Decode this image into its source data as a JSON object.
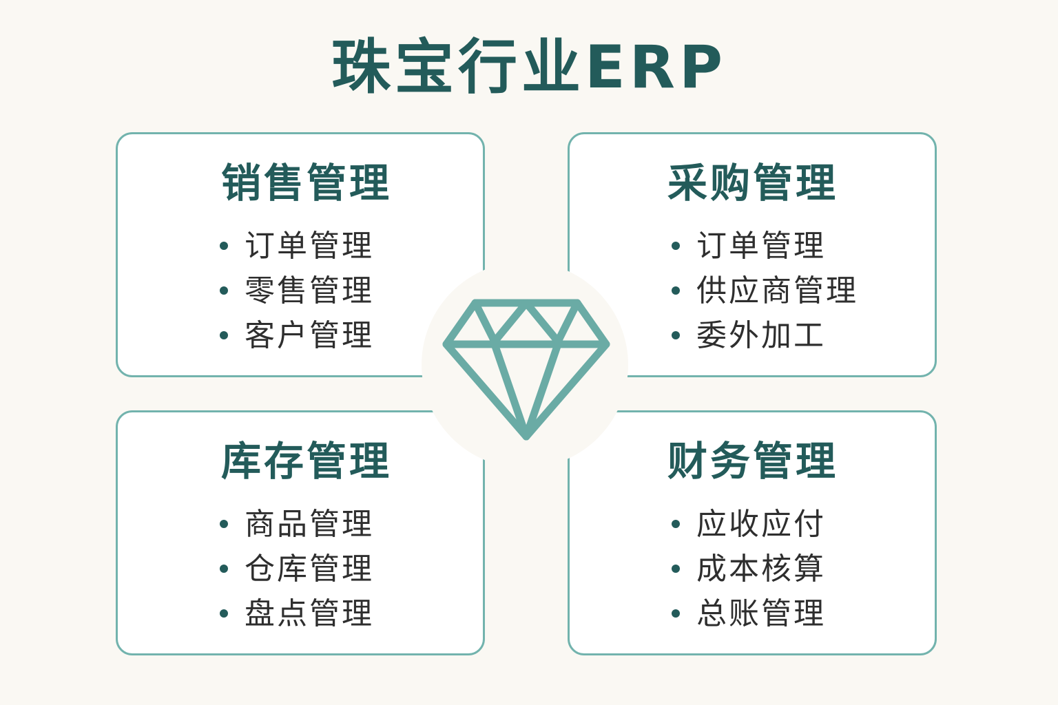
{
  "title": "珠宝行业ERP",
  "modules": {
    "sales": {
      "title": "销售管理",
      "items": [
        "订单管理",
        "零售管理",
        "客户管理"
      ]
    },
    "purchase": {
      "title": "采购管理",
      "items": [
        "订单管理",
        "供应商管理",
        "委外加工"
      ]
    },
    "inventory": {
      "title": "库存管理",
      "items": [
        "商品管理",
        "仓库管理",
        "盘点管理"
      ]
    },
    "finance": {
      "title": "财务管理",
      "items": [
        "应收应付",
        "成本核算",
        "总账管理"
      ]
    }
  },
  "center_icon": "diamond-icon",
  "colors": {
    "background": "#faf8f3",
    "title": "#235b5a",
    "border": "#72b3ad",
    "icon": "#6aaba5",
    "text": "#2e2e2e"
  }
}
